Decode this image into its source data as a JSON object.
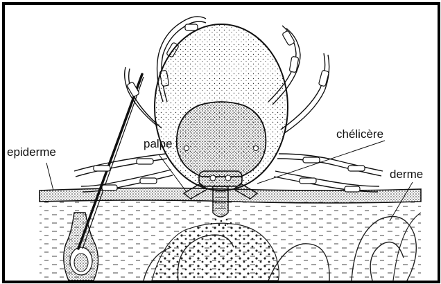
{
  "labels": {
    "epiderme": "epiderme",
    "palpe": "palpe",
    "chelicere": "chélicère",
    "derme": "derme"
  },
  "colors": {
    "ink": "#111111",
    "frame": "#000000",
    "background": "#ffffff"
  }
}
